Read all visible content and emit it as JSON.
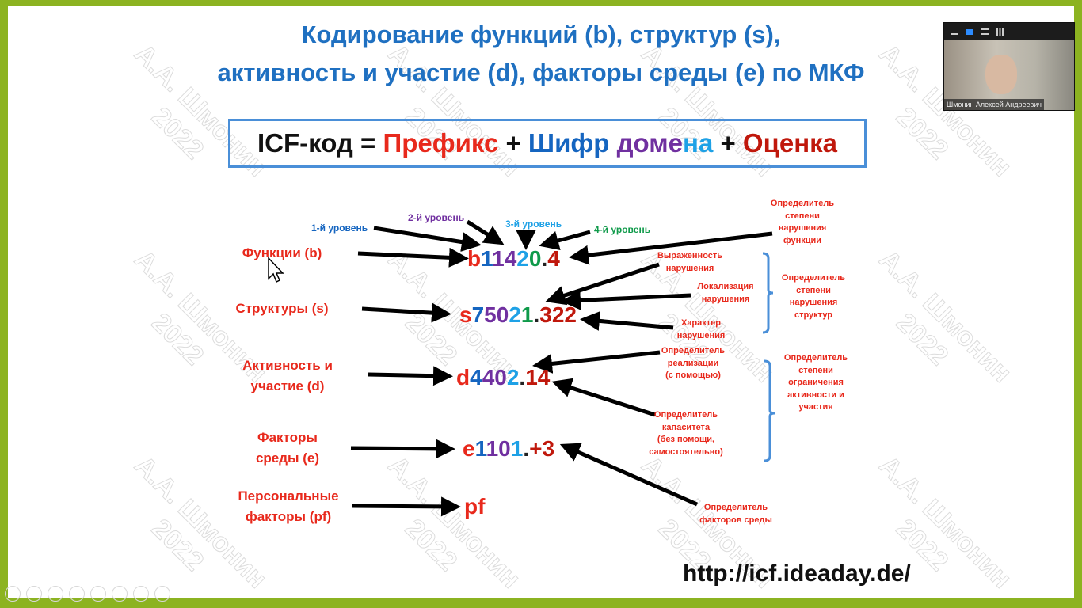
{
  "watermark": {
    "line1": "А.А. Шмонин",
    "line2": "2022"
  },
  "title": {
    "line1": "Кодирование функций (b), структур (s),",
    "line2": "активность и участие (d), факторы среды (e) по МКФ"
  },
  "formula": {
    "icf": "ICF-код",
    "eq": " = ",
    "prefix": "Префикс",
    "plus1": " + ",
    "cipher1": "Шифр ",
    "cipher2": "доме",
    "cipher3": "на",
    "plus2": " + ",
    "grade": "Оценка"
  },
  "levels": {
    "l1": "1-й уровень",
    "l2": "2-й уровень",
    "l3": "3-й уровень",
    "l4": "4-й уровень"
  },
  "categories": {
    "b": {
      "label": "Функции (b)",
      "code": [
        "b",
        "1",
        "14",
        "2",
        "0",
        ".",
        "4"
      ]
    },
    "s": {
      "label": "Структуры (s)",
      "code": [
        "s",
        "7",
        "50",
        "2",
        "1",
        ".",
        "322"
      ]
    },
    "d": {
      "label1": "Активность и",
      "label2": "участие (d)",
      "code": [
        "d",
        "4",
        "40",
        "2",
        ".",
        "14"
      ]
    },
    "e": {
      "label1": "Факторы",
      "label2": "среды (e)",
      "code": [
        "e",
        "1",
        "10",
        "1",
        ".",
        "+3"
      ]
    },
    "pf": {
      "label1": "Персональные",
      "label2": "факторы (pf)",
      "code": "pf"
    }
  },
  "notes": {
    "func_qual": [
      "Определитель",
      "степени",
      "нарушения",
      "функции"
    ],
    "extent": [
      "Выраженность",
      "нарушения"
    ],
    "location": [
      "Локализация",
      "нарушения"
    ],
    "nature": [
      "Характер",
      "нарушения"
    ],
    "struct_qual": [
      "Определитель",
      "степени",
      "нарушения",
      "структур"
    ],
    "performance": [
      "Определитель",
      "реализации",
      "(с помощью)"
    ],
    "capacity": [
      "Определитель",
      "капаситета",
      "(без помощи,",
      "самостоятельно)"
    ],
    "activity_qual": [
      "Определитель",
      "степени",
      "ограничения",
      "активности и",
      "участия"
    ],
    "env_qual": [
      "Определитель",
      "факторов среды"
    ]
  },
  "url": "http://icf.ideaday.de/",
  "video": {
    "participant_name": "Шмонин Алексей Андреевич"
  },
  "colors": {
    "frame": "#8cb321",
    "title": "#1f70c1",
    "red": "#e8291c",
    "blue": "#1565c0",
    "purple": "#7030a0",
    "lightblue": "#1ea1e6",
    "green": "#0f9a4a",
    "darkred": "#c0180c",
    "bracket": "#4a8fd8"
  }
}
